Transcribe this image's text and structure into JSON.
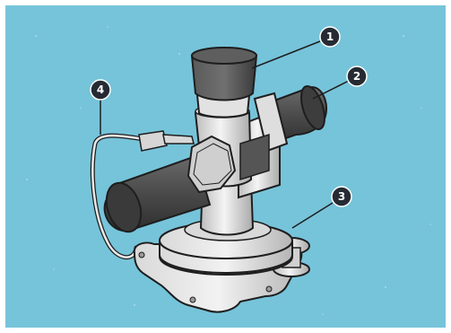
{
  "callouts": [
    {
      "number": "1"
    },
    {
      "number": "2"
    },
    {
      "number": "3"
    },
    {
      "number": "4"
    }
  ],
  "colors": {
    "background": "#76c4da",
    "border": "#ffffff",
    "outline": "#1e1e1e",
    "metal_light": "#ececec",
    "metal_mid": "#c9c9c9",
    "metal_dark": "#a8a8a8",
    "tube_dark": "#4e4e4e",
    "callout_fill": "#262b33"
  }
}
